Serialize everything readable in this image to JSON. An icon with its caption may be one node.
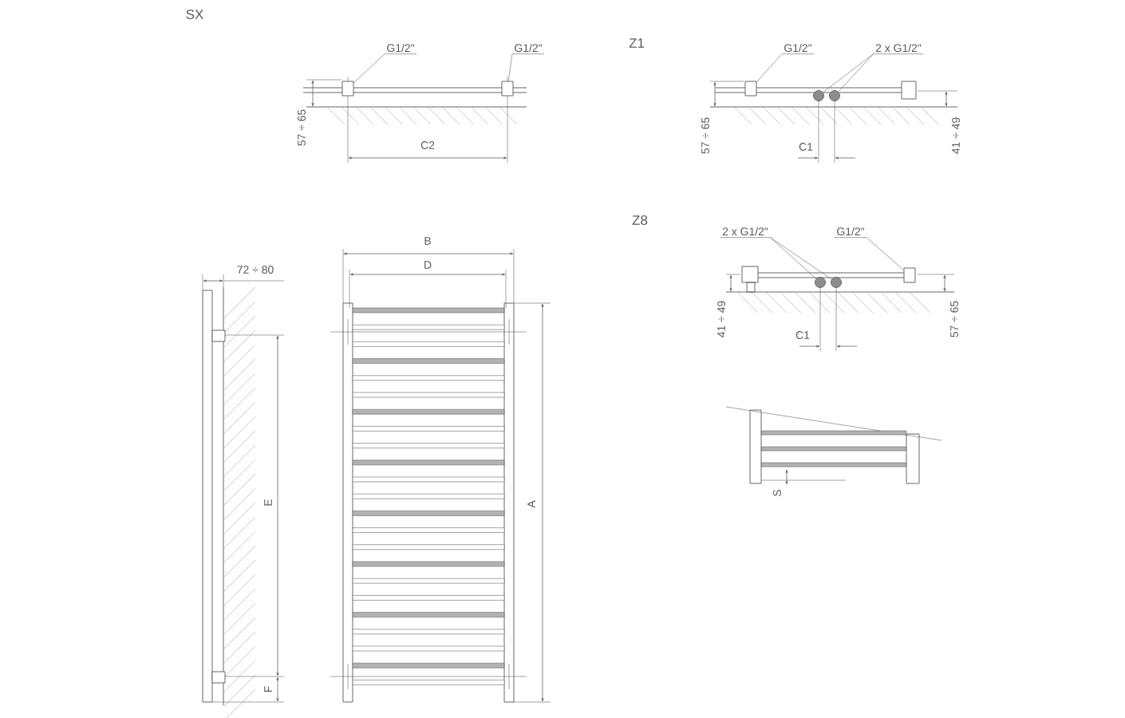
{
  "diagram": {
    "nodes": [
      {
        "text": [
          "G1/2\""
        ]
      },
      {
        "text": [
          "G1/2\""
        ]
      },
      {
        "text": [
          "G1/2\""
        ]
      },
      {
        "text": [
          "2 x G1/2\""
        ]
      },
      {
        "text": [
          "2 x G1/2\""
        ]
      },
      {
        "text": [
          "G1/2\""
        ]
      },
      {
        "text": [],
        "shape": "box"
      },
      {
        "text": [],
        "shape": "box"
      },
      {
        "text": [],
        "shape": "box"
      },
      {
        "text": [],
        "shape": "circle"
      },
      {
        "text": [],
        "shape": "circle"
      },
      {
        "text": [],
        "shape": "circle"
      },
      {
        "text": [],
        "shape": "circle"
      },
      {
        "text": [],
        "shape": "box"
      }
    ],
    "edges": [
      {
        "from": 0,
        "to": 6,
        "arrow": "none"
      },
      {
        "from": 1,
        "to": 7,
        "arrow": "none"
      },
      {
        "from": 2,
        "to": 8,
        "arrow": "none"
      },
      {
        "from": 3,
        "to": 9,
        "arrow": "none"
      },
      {
        "from": 3,
        "to": 10,
        "arrow": "none"
      },
      {
        "from": 4,
        "to": 11,
        "arrow": "none"
      },
      {
        "from": 4,
        "to": 12,
        "arrow": "none"
      },
      {
        "from": 5,
        "to": 13,
        "arrow": "none"
      }
    ],
    "labels": [
      "SX",
      "57 ÷ 65",
      "C2",
      "Z1",
      "57 ÷ 65",
      "C1",
      "41 ÷ 49",
      "Z8",
      "41 ÷ 49",
      "C1",
      "57 ÷ 65",
      "72 ÷ 80",
      "B",
      "D",
      "E",
      "F",
      "A",
      "S"
    ]
  }
}
